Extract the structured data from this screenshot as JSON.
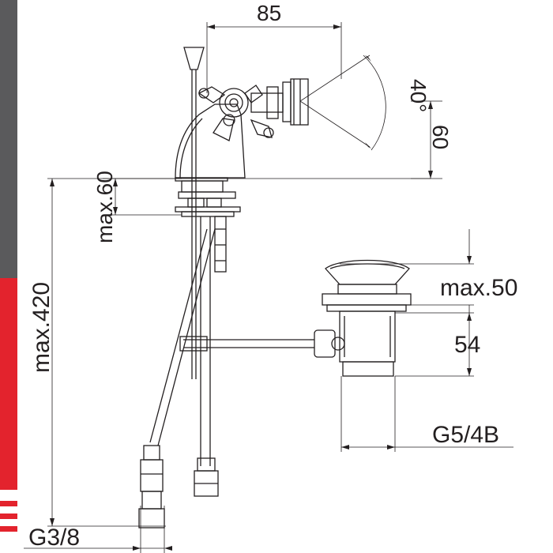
{
  "dimensions": {
    "width_top": "85",
    "angle": "40°",
    "height_spout": "60",
    "max_thickness": "max.60",
    "max_length": "max.420",
    "max_waste_height": "max.50",
    "waste_body": "54",
    "waste_thread": "G5/4B",
    "supply_thread": "G3/8"
  },
  "colors": {
    "sidebar_top": "#5a5a5c",
    "sidebar_bottom": "#e3232d",
    "line": "#231f20"
  }
}
